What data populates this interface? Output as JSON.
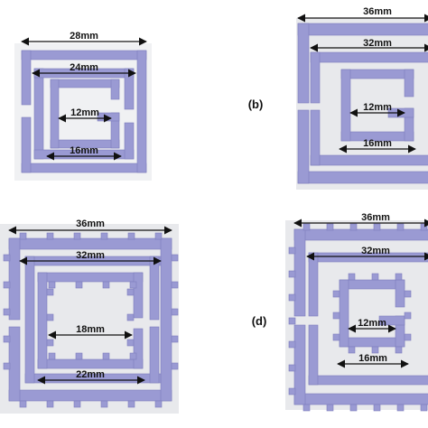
{
  "colors": {
    "trace": "#9a9ad3",
    "trace_edge": "#7d7dbd",
    "panel_bg": "#e8e9ec",
    "arrow": "#111111"
  },
  "panels": {
    "a": {
      "dims": {
        "outer": "28mm",
        "outer_inner": "24mm",
        "inner": "16mm",
        "inner_inner": "12mm"
      }
    },
    "b": {
      "label": "(b)",
      "dims": {
        "outer": "36mm",
        "outer_inner": "32mm",
        "inner": "16mm",
        "inner_inner": "12mm"
      }
    },
    "c": {
      "dims": {
        "outer": "36mm",
        "outer_inner": "32mm",
        "inner": "22mm",
        "inner_inner": "18mm"
      }
    },
    "d": {
      "label": "(d)",
      "dims": {
        "outer": "36mm",
        "outer_inner": "32mm",
        "inner": "16mm",
        "inner_inner": "12mm"
      }
    }
  }
}
